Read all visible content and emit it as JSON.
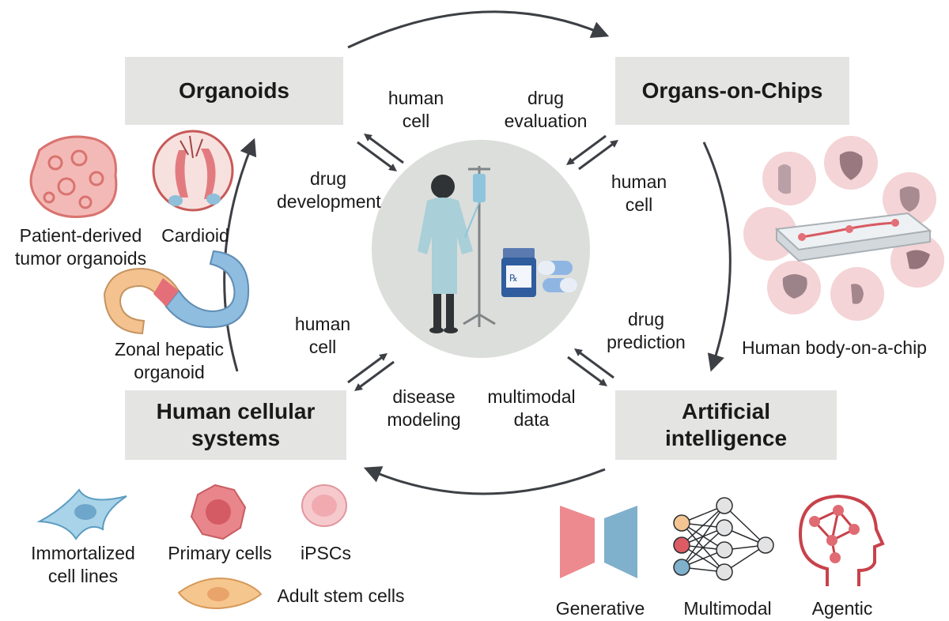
{
  "nodes": {
    "organoids": "Organoids",
    "organs_on_chips": "Organs-on-Chips",
    "human_cellular_line1": "Human cellular",
    "human_cellular_line2": "systems",
    "ai_line1": "Artificial",
    "ai_line2": "intelligence"
  },
  "edges": {
    "human_cell_top_l1": "human",
    "human_cell_top_l2": "cell",
    "drug_evaluation_l1": "drug",
    "drug_evaluation_l2": "evaluation",
    "drug_development_l1": "drug",
    "drug_development_l2": "development",
    "human_cell_right_l1": "human",
    "human_cell_right_l2": "cell",
    "human_cell_left_l1": "human",
    "human_cell_left_l2": "cell",
    "drug_prediction_l1": "drug",
    "drug_prediction_l2": "prediction",
    "disease_modeling_l1": "disease",
    "disease_modeling_l2": "modeling",
    "multimodal_data_l1": "multimodal",
    "multimodal_data_l2": "data"
  },
  "organoid_examples": {
    "tumor_l1": "Patient-derived",
    "tumor_l2": "tumor organoids",
    "cardioid": "Cardioid",
    "hepatic_l1": "Zonal hepatic",
    "hepatic_l2": "organoid"
  },
  "chip_examples": {
    "body_on_chip": "Human body-on-a-chip"
  },
  "cell_examples": {
    "immortalized_l1": "Immortalized",
    "immortalized_l2": "cell lines",
    "primary": "Primary cells",
    "ipscs": "iPSCs",
    "adult_stem": "Adult stem cells"
  },
  "ai_examples": {
    "generative": "Generative",
    "multimodal": "Multimodal",
    "agentic": "Agentic"
  },
  "colors": {
    "box_fill": "#e4e4e2",
    "center_circle": "#dcdedb",
    "arrow": "#3c3f44",
    "pink": "#e8868d",
    "blue": "#7eb1cc",
    "peach": "#f1c18e"
  }
}
